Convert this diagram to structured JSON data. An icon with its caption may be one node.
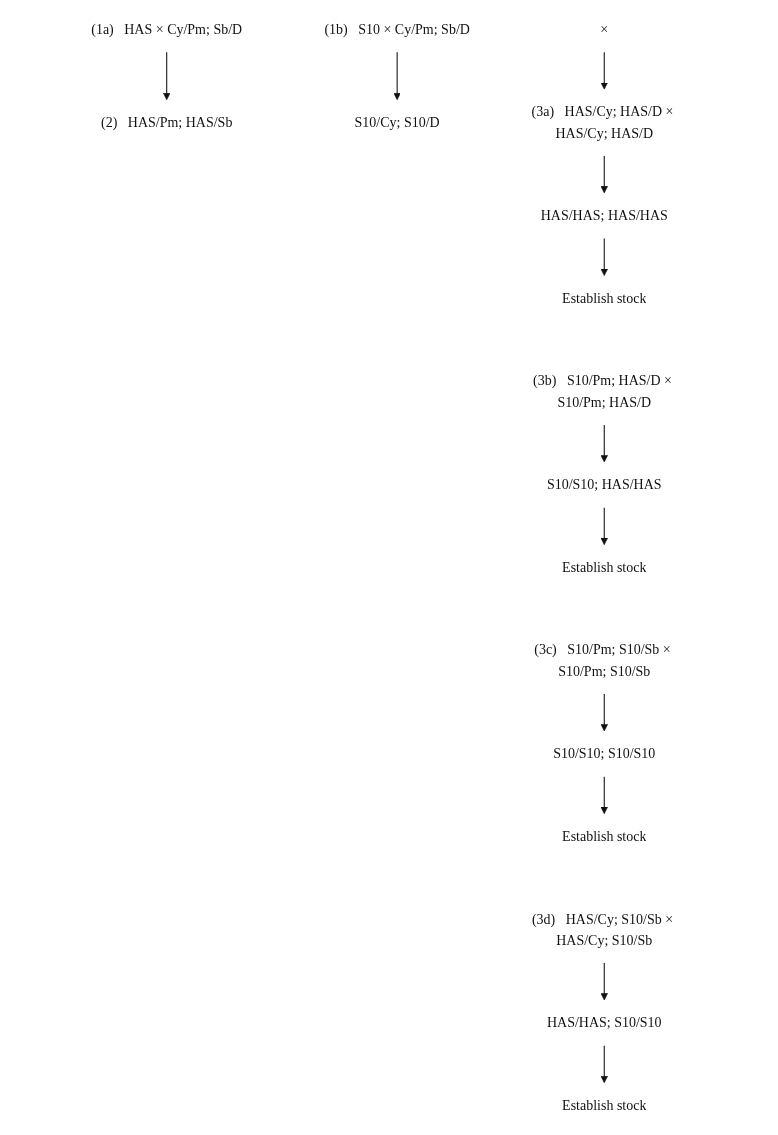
{
  "diagram": {
    "nodes": [
      {
        "text": [
          "HAS × Cy/Pm; Sb/D"
        ],
        "beside": [
          "(1a)"
        ]
      },
      {
        "text": [
          "S10 × Cy/Pm; Sb/D"
        ],
        "beside": [
          "(1b)"
        ]
      },
      {
        "text": [
          "HAS/Pm; HAS/Sb"
        ],
        "beside": [
          "(2)"
        ]
      },
      {
        "text": [
          "×"
        ]
      },
      {
        "text": [
          "S10/Cy; S10/D"
        ]
      },
      {
        "text": [
          "HAS/Cy; HAS/D × HAS/Cy; HAS/D"
        ],
        "beside": [
          "(3a)"
        ]
      },
      {
        "text": [
          "HAS/HAS; HAS/HAS"
        ]
      },
      {
        "text": [
          "Establish stock"
        ]
      },
      {
        "text": [
          "S10/Pm; HAS/D × S10/Pm; HAS/D"
        ],
        "beside": [
          "(3b)"
        ]
      },
      {
        "text": [
          "S10/S10; HAS/HAS"
        ]
      },
      {
        "text": [
          "Establish stock"
        ]
      },
      {
        "text": [
          "S10/Pm; S10/Sb × S10/Pm; S10/Sb"
        ],
        "beside": [
          "(3c)"
        ]
      },
      {
        "text": [
          "S10/S10; S10/S10"
        ]
      },
      {
        "text": [
          "Establish stock"
        ]
      },
      {
        "text": [
          "HAS/Cy; S10/Sb × HAS/Cy; S10/Sb"
        ],
        "beside": [
          "(3d)"
        ]
      },
      {
        "text": [
          "HAS/HAS; S10/S10"
        ]
      },
      {
        "text": [
          "Establish stock"
        ]
      }
    ],
    "edges": [
      {
        "from": 0,
        "to": 2,
        "arrow": "to"
      },
      {
        "from": 1,
        "to": 4,
        "arrow": "to"
      },
      {
        "from": 3,
        "to": 5,
        "arrow": "to"
      },
      {
        "from": 5,
        "to": 6,
        "arrow": "to"
      },
      {
        "from": 6,
        "to": 7,
        "arrow": "to"
      },
      {
        "from": 8,
        "to": 9,
        "arrow": "to"
      },
      {
        "from": 9,
        "to": 10,
        "arrow": "to"
      },
      {
        "from": 11,
        "to": 12,
        "arrow": "to"
      },
      {
        "from": 12,
        "to": 13,
        "arrow": "to"
      },
      {
        "from": 14,
        "to": 15,
        "arrow": "to"
      },
      {
        "from": 15,
        "to": 16,
        "arrow": "to"
      }
    ]
  }
}
